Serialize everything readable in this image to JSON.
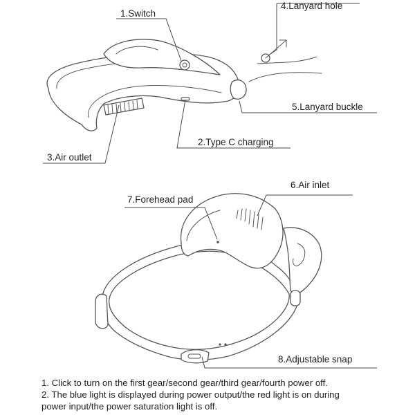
{
  "labels": {
    "switch": "1.Switch",
    "type_c": "2.Type C charging",
    "air_outlet": "3.Air outlet",
    "lanyard_hole": "4.Lanyard hole",
    "lanyard_buckle": "5.Lanyard buckle",
    "air_inlet": "6.Air inlet",
    "forehead_pad": "7.Forehead pad",
    "adjustable_snap": "8.Adjustable snap"
  },
  "notes": {
    "line1": "1. Click to turn on the first gear/second gear/third gear/fourth power off.",
    "line2a": "2. The blue light is displayed during power output/the red light is on during",
    "line2b": "power input/the power saturation light is off."
  },
  "colors": {
    "outline": "#555555",
    "text": "#222222",
    "background": "#ffffff"
  }
}
